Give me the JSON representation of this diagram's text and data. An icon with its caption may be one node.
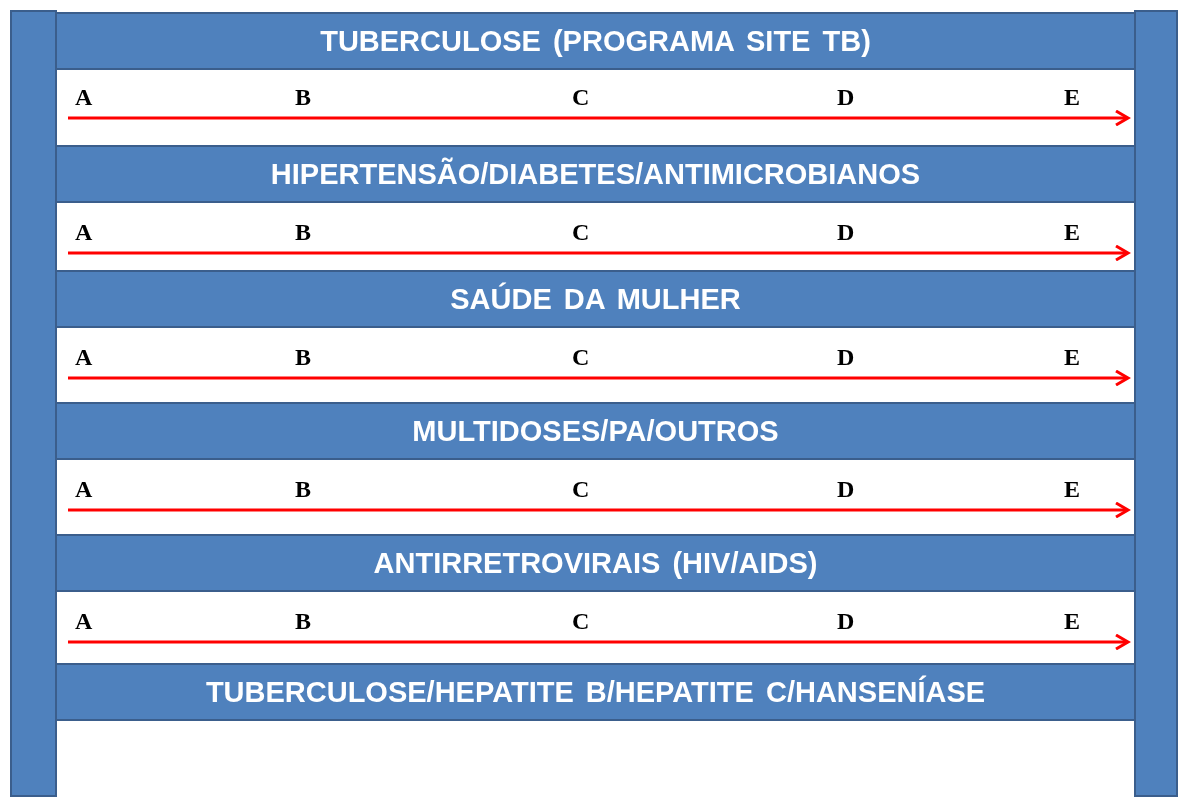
{
  "diagram": {
    "nodes": [
      {
        "text": [
          "TUBERCULOSE (PROGRAMA SITE TB)"
        ]
      },
      {
        "text": [
          "HIPERTENSÃO/DIABETES/ANTIMICROBIANOS"
        ]
      },
      {
        "text": [
          "SAÚDE DA MULHER"
        ]
      },
      {
        "text": [
          "MULTIDOSES/PA/OUTROS"
        ]
      },
      {
        "text": [
          "ANTIRRETROVIRAIS (HIV/AIDS)"
        ]
      },
      {
        "text": [
          "TUBERCULOSE/HEPATITE B/HEPATITE C/HANSENÍASE"
        ]
      },
      {
        "text": [],
        "shape": "bar"
      },
      {
        "text": [],
        "shape": "bar"
      }
    ],
    "labels": [
      "A",
      "B",
      "C",
      "D",
      "E",
      "A",
      "B",
      "C",
      "D",
      "E",
      "A",
      "B",
      "C",
      "D",
      "E",
      "A",
      "B",
      "C",
      "D",
      "E",
      "A",
      "B",
      "C",
      "D",
      "E"
    ]
  }
}
